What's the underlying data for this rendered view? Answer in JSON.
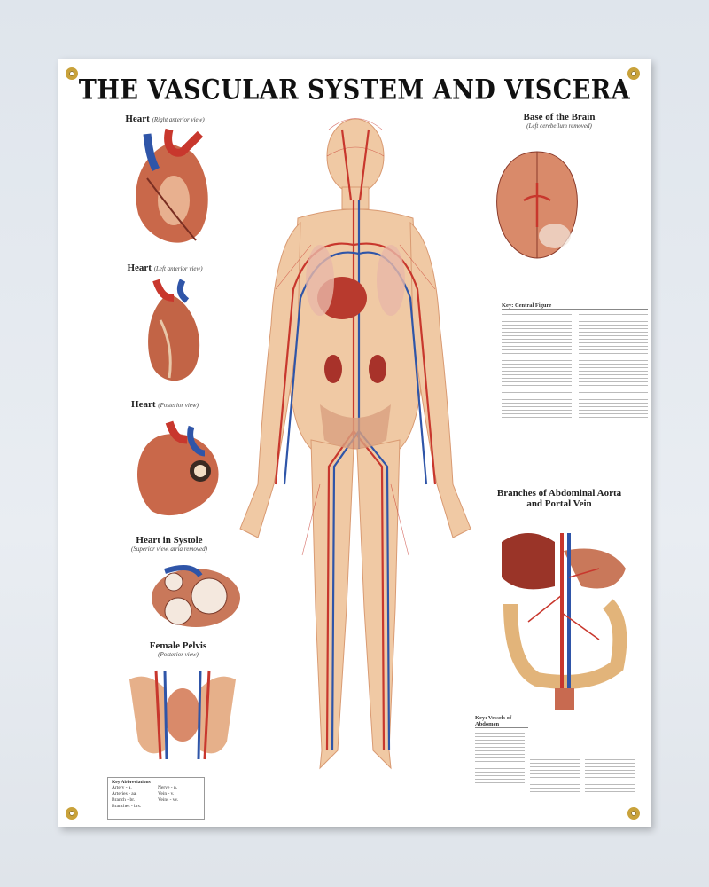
{
  "poster": {
    "title": "THE VASCULAR SYSTEM AND VISCERA",
    "sections": [
      {
        "title": "Heart",
        "subtitle": "(Right anterior view)"
      },
      {
        "title": "Heart",
        "subtitle": "(Left anterior view)"
      },
      {
        "title": "Heart",
        "subtitle": "(Posterior view)"
      },
      {
        "title": "Heart in Systole",
        "subtitle": "(Superior view, atria removed)"
      },
      {
        "title": "Female Pelvis",
        "subtitle": "(Posterior view)"
      },
      {
        "title": "Base of the Brain",
        "subtitle": "(Left cerebellum removed)"
      },
      {
        "title": "Branches of Abdominal Aorta and Portal Vein",
        "subtitle": ""
      }
    ],
    "keys": {
      "central": "Key: Central Figure",
      "abdomen": "Key: Vessels of Abdomen",
      "abbreviations": {
        "title": "Key Abbreviations",
        "items": [
          "Artery - a.",
          "Arteries - aa.",
          "Branch - br.",
          "Branches - brs.",
          "Nerve - n.",
          "Vein - v.",
          "Veins - vv."
        ]
      }
    }
  },
  "colors": {
    "artery": "#c8372d",
    "vein": "#2f55a8",
    "skin": "#f0c9a4",
    "grommet": "#c9a23a"
  }
}
